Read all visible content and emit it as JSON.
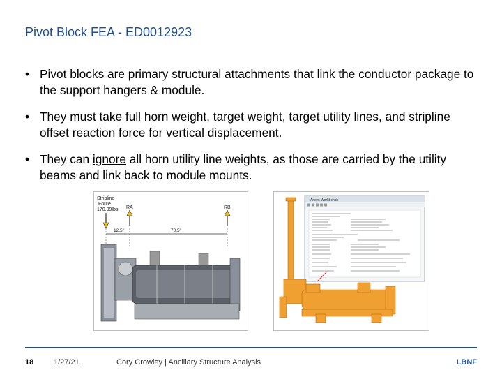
{
  "slide": {
    "title": "Pivot Block FEA - ED0012923",
    "bullets": [
      {
        "text": "Pivot blocks are primary structural attachments that link the conductor package to the support hangers & module."
      },
      {
        "text": "They must take full horn weight, target weight, target utility lines, and stripline offset reaction force for vertical displacement."
      },
      {
        "pre": "They can ",
        "underlined": "ignore",
        "post": " all horn utility line weights, as those are carried by the utility beams and link back to module mounts."
      }
    ],
    "bullet_glyph": "•"
  },
  "figure_left": {
    "labels": {
      "stripline": "Stripline",
      "force": "Force",
      "force_value": "170.99lbs",
      "ra": "RA",
      "rb": "RB",
      "dim_left": "12.5\"",
      "dim_right": "70.5\""
    }
  },
  "figure_right": {
    "window_title": "Ansys Workbench"
  },
  "footer": {
    "page": "18",
    "date": "1/27/21",
    "author": "Cory Crowley | Ancillary Structure Analysis",
    "brand": "LBNF"
  },
  "colors": {
    "title": "#1f4e8c",
    "accent_line": "#1f4e8c",
    "model_orange": "#f0a030",
    "force_arrow": "#e8c020"
  }
}
